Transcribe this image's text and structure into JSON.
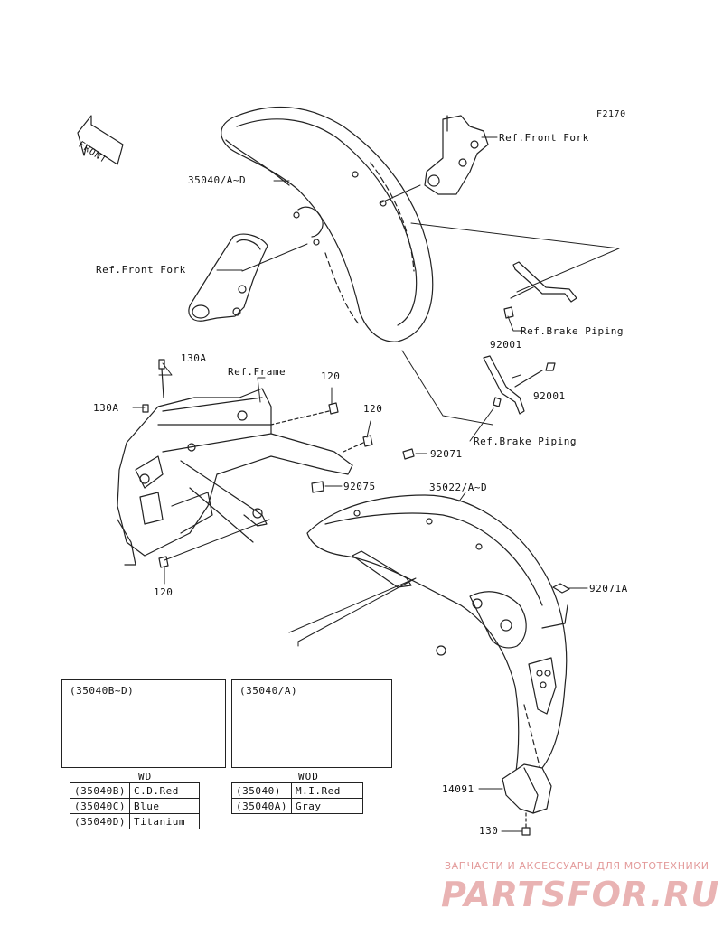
{
  "figure_code": "F2170",
  "front_arrow_text": "FRONT",
  "labels": {
    "front_fender": "35040/A~D",
    "ref_front_fork_upper": "Ref.Front Fork",
    "ref_front_fork_left": "Ref.Front Fork",
    "ref_brake_piping_upper": "Ref.Brake Piping",
    "ref_brake_piping_lower": "Ref.Brake Piping",
    "bolt_92001_upper": "92001",
    "bolt_92001_lower": "92001",
    "ref_frame": "Ref.Frame",
    "bolt_130a_upper": "130A",
    "bolt_130a_left": "130A",
    "bolt_120_a": "120",
    "bolt_120_b": "120",
    "bolt_120_c": "120",
    "collar_92071": "92071",
    "spacer_92075": "92075",
    "rear_fender": "35022/A~D",
    "nut_92071a": "92071A",
    "cover_14091": "14091",
    "bolt_130": "130"
  },
  "variant_boxes": [
    {
      "title": "(35040B~D)",
      "caption": "WD",
      "rows": [
        {
          "code": "(35040B)",
          "color": "C.D.Red"
        },
        {
          "code": "(35040C)",
          "color": "Blue"
        },
        {
          "code": "(35040D)",
          "color": "Titanium"
        }
      ]
    },
    {
      "title": "(35040/A)",
      "caption": "WOD",
      "rows": [
        {
          "code": "(35040)",
          "color": "M.I.Red"
        },
        {
          "code": "(35040A)",
          "color": "Gray"
        }
      ]
    }
  ],
  "watermark": {
    "tagline": "ЗАПЧАСТИ И АКСЕССУАРЫ ДЛЯ МОТОТЕХНИКИ",
    "brand": "PARTSFOR.RU"
  }
}
